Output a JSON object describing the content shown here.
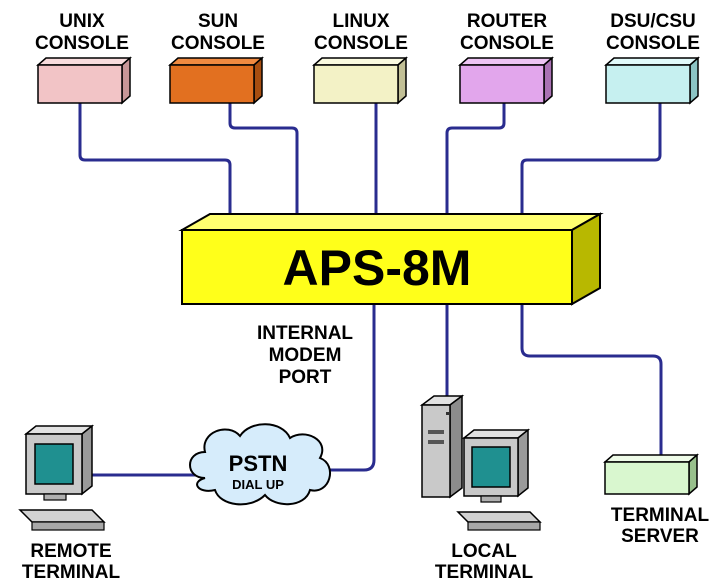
{
  "consoles": [
    {
      "line1": "UNIX",
      "line2": "CONSOLE",
      "color": "#f2c4c6"
    },
    {
      "line1": "SUN",
      "line2": "CONSOLE",
      "color": "#e27020"
    },
    {
      "line1": "LINUX",
      "line2": "CONSOLE",
      "color": "#f3f2c6"
    },
    {
      "line1": "ROUTER",
      "line2": "CONSOLE",
      "color": "#e2a6ec"
    },
    {
      "line1": "DSU/CSU",
      "line2": "CONSOLE",
      "color": "#c6f0f0"
    }
  ],
  "main_unit": {
    "label": "APS-8M",
    "color": "#ffff1a"
  },
  "modem_port": {
    "line1": "INTERNAL",
    "line2": "MODEM",
    "line3": "PORT"
  },
  "cloud": {
    "line1": "PSTN",
    "line2": "DIAL UP",
    "color": "#d6ecfb"
  },
  "remote_terminal": {
    "line1": "REMOTE",
    "line2": "TERMINAL"
  },
  "local_terminal": {
    "line1": "LOCAL",
    "line2": "TERMINAL"
  },
  "terminal_server": {
    "line1": "TERMINAL",
    "line2": "SERVER",
    "color": "#d9f7cf"
  },
  "colors": {
    "wire": "#2a2c8f",
    "screen": "#1f9090",
    "computer": "#c9c9c9"
  }
}
